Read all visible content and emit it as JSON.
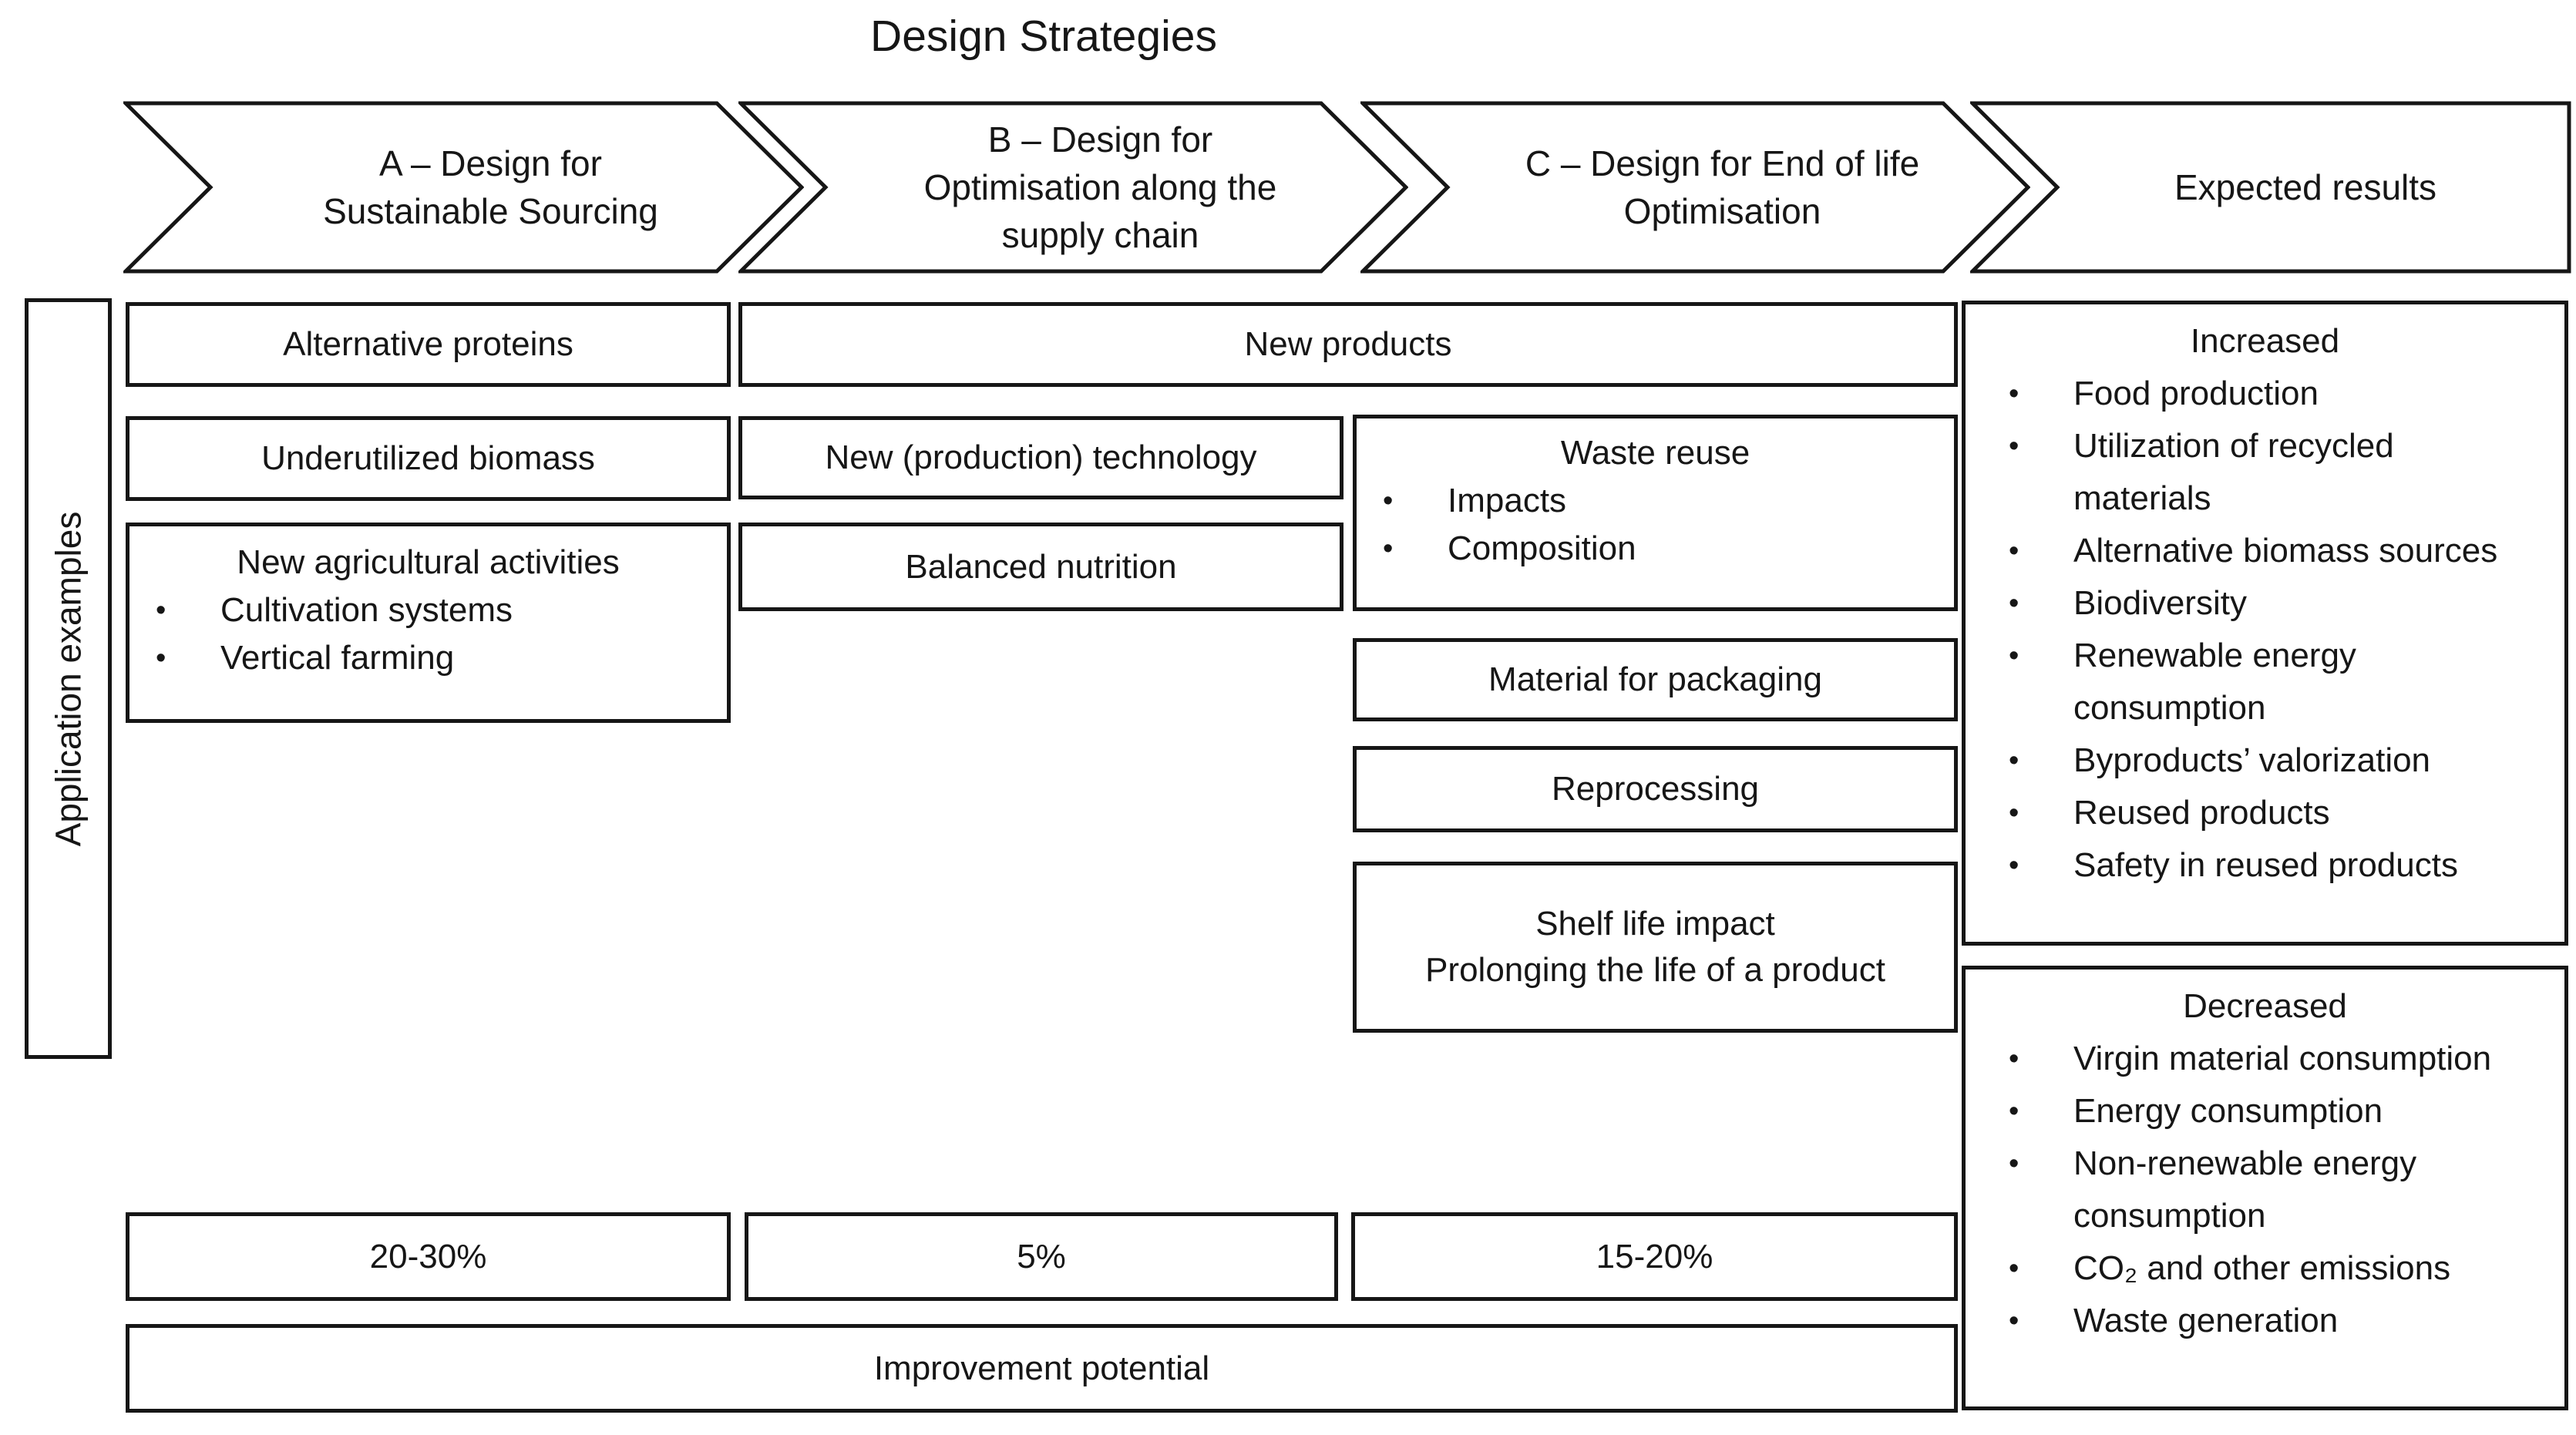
{
  "ui": {
    "bullet": "•"
  },
  "colors": {
    "ink": "#161616",
    "background": "#ffffff"
  },
  "title": "Design Strategies",
  "sidebar": {
    "label": "Application examples"
  },
  "chevrons": {
    "a": {
      "label": "A – Design for\nSustainable Sourcing"
    },
    "b": {
      "label": "B – Design for\nOptimisation along the\nsupply chain"
    },
    "c": {
      "label": "C – Design for End of life\nOptimisation"
    },
    "results": {
      "label": "Expected results"
    }
  },
  "boxes": {
    "alternative_proteins": "Alternative proteins",
    "new_products": "New products",
    "underutilized_biomass": "Underutilized biomass",
    "new_production_technology": "New (production) technology",
    "balanced_nutrition": "Balanced nutrition",
    "new_agricultural": {
      "title": "New agricultural activities",
      "items": [
        "Cultivation systems",
        "Vertical farming"
      ]
    },
    "waste_reuse": {
      "title": "Waste reuse",
      "items": [
        "Impacts",
        "Composition"
      ]
    },
    "material_for_packaging": "Material for packaging",
    "reprocessing": "Reprocessing",
    "shelf_life": "Shelf life impact\nProlonging the life of a product"
  },
  "results": {
    "increased": {
      "title": "Increased",
      "items": [
        "Food production",
        "Utilization of recycled materials",
        "Alternative biomass sources",
        "Biodiversity",
        "Renewable energy consumption",
        "Byproducts’ valorization",
        "Reused products",
        "Safety in reused products"
      ]
    },
    "decreased": {
      "title": "Decreased",
      "items": [
        "Virgin material consumption",
        "Energy consumption",
        "Non-renewable energy consumption",
        "CO₂ and other emissions",
        "Waste generation"
      ]
    }
  },
  "improvement": {
    "percent_a": "20-30%",
    "percent_b": "5%",
    "percent_c": "15-20%",
    "label": "Improvement potential"
  }
}
